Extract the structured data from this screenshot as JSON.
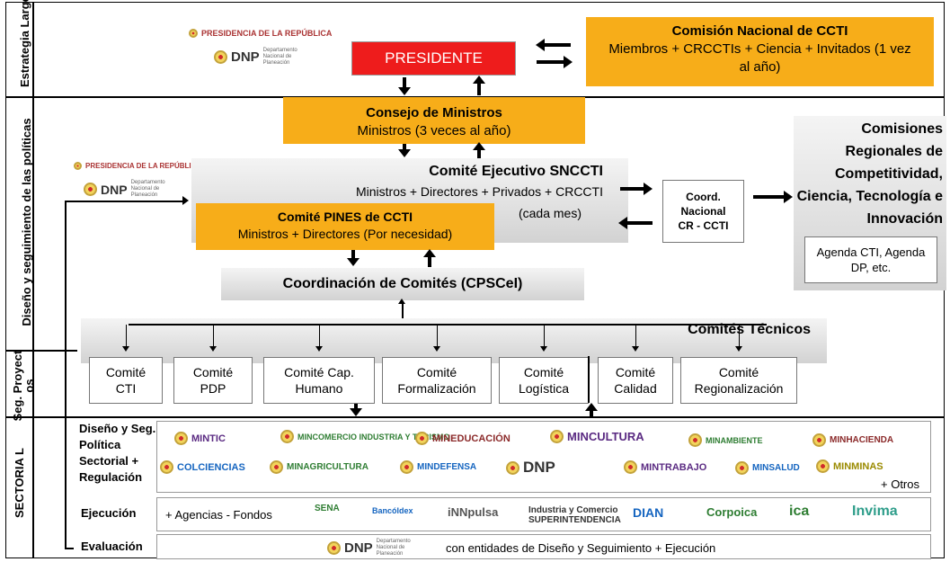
{
  "side_labels": {
    "estrategia": "Estrategia Largo Plazo",
    "diseno": "Diseño y seguimiento de las políticas",
    "seg": "Seg. Proyect os",
    "sectorial": "SECTORIA L"
  },
  "presidencia": "PRESIDENCIA DE LA REPÚBLICA",
  "dnp": "DNP",
  "dnp_sub": "Departamento Nacional de Planeación",
  "presidente": "PRESIDENTE",
  "comision_nacional": {
    "title": "Comisión Nacional de CCTI",
    "body": "Miembros + CRCCTIs + Ciencia + Invitados (1 vez al año)"
  },
  "consejo": {
    "title": "Consejo de Ministros",
    "body": "Ministros (3 veces al año)"
  },
  "comite_ejecutivo": {
    "title": "Comité Ejecutivo SNCCTI",
    "body": "Ministros + Directores + Privados + CRCCTI",
    "freq": "(cada mes)"
  },
  "comite_pines": {
    "title": "Comité PINES de CCTI",
    "body": "Ministros + Directores (Por necesidad)"
  },
  "coord_nacional": "Coord. Nacional CR - CCTI",
  "comisiones_regionales": {
    "title": "Comisiones Regionales de Competitividad, Ciencia, Tecnología e Innovación",
    "agenda": "Agenda CTI, Agenda DP, etc."
  },
  "coordinacion": "Coordinación de Comités (CPSCeI)",
  "comites_tecnicos": "Comités Técnicos",
  "comites": [
    {
      "line1": "Comité",
      "line2": "CTI"
    },
    {
      "line1": "Comité",
      "line2": "PDP"
    },
    {
      "line1": "Comité Cap.",
      "line2": "Humano"
    },
    {
      "line1": "Comité",
      "line2": "Formalización"
    },
    {
      "line1": "Comité",
      "line2": "Logística"
    },
    {
      "line1": "Comité",
      "line2": "Calidad"
    },
    {
      "line1": "Comité",
      "line2": "Regionalización"
    }
  ],
  "rows": {
    "diseno": "Diseño y Seg. Política Sectorial + Regulación",
    "ejecucion": "Ejecución",
    "evaluacion": "Evaluación"
  },
  "ministerios_row1": [
    "MINTIC",
    "MINCOMERCIO INDUSTRIA Y TURISMO",
    "MINEDUCACIÓN",
    "MINCULTURA",
    "MINAMBIENTE",
    "MINHACIENDA"
  ],
  "ministerios_row2": [
    "COLCIENCIAS",
    "MINAGRICULTURA",
    "MINDEFENSA",
    "DNP",
    "MINTRABAJO",
    "MINSALUD",
    "MINMINAS"
  ],
  "otros": "+ Otros",
  "agencias": "+ Agencias - Fondos",
  "ejecucion_logos": [
    "SENA",
    "Bancóldex",
    "iNNpulsa",
    "Industria y Comercio SUPERINTENDENCIA",
    "DIAN",
    "Corpoica",
    "ica",
    "Invima"
  ],
  "evaluacion_text": "con entidades de Diseño y Seguimiento + Ejecución",
  "colors": {
    "orange": "#f7ad19",
    "red": "#ee1c1c",
    "gray": "#d9d9d9"
  }
}
